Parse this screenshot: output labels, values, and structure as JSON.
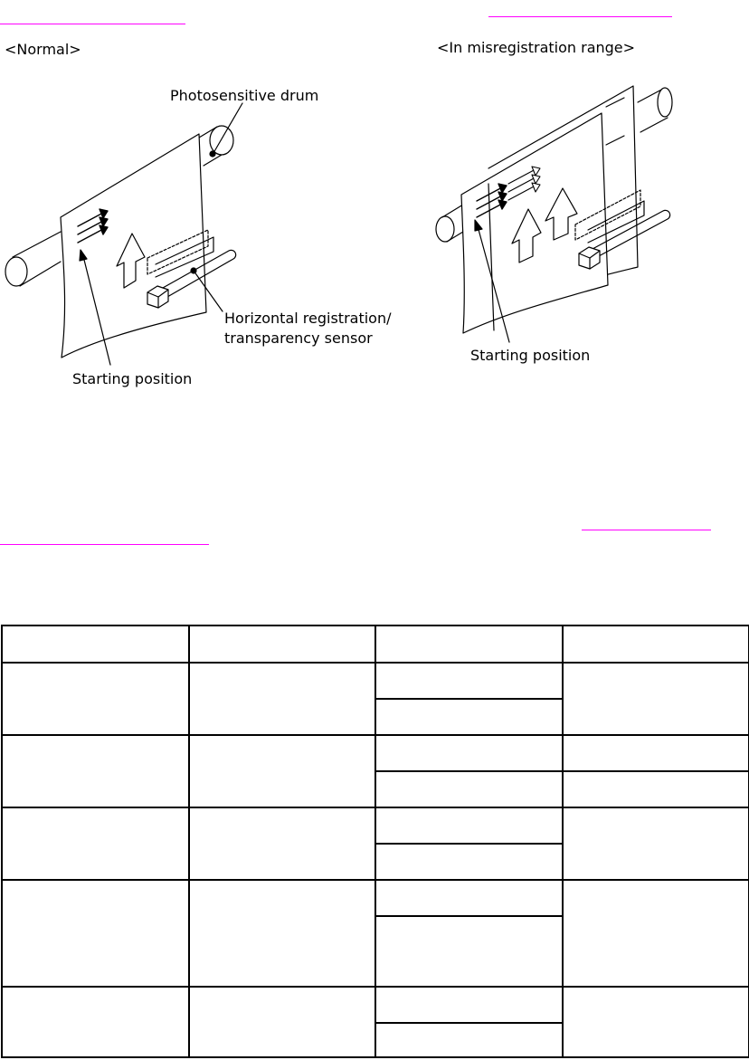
{
  "figure": {
    "left_panel": {
      "title": "<Normal>",
      "label_drum": "Photosensitive drum",
      "label_sensor_line1": "Horizontal registration/",
      "label_sensor_line2": "transparency sensor",
      "label_start": "Starting position"
    },
    "right_panel": {
      "title": "<In misregistration range>",
      "label_start": "Starting position"
    }
  },
  "colors": {
    "link_underline": "#ff00ff",
    "line_art": "#000000"
  },
  "table": {
    "columns": 4,
    "header_cells": [
      "",
      "",
      "",
      ""
    ],
    "row_groups": [
      {
        "subrows": 2,
        "last_column_spans_group": true
      },
      {
        "subrows": 2,
        "last_column_spans_group": false
      },
      {
        "subrows": 2,
        "last_column_spans_group": true
      },
      {
        "subrows": 2,
        "last_column_spans_group": true
      },
      {
        "subrows": 2,
        "last_column_spans_group": true
      }
    ]
  }
}
